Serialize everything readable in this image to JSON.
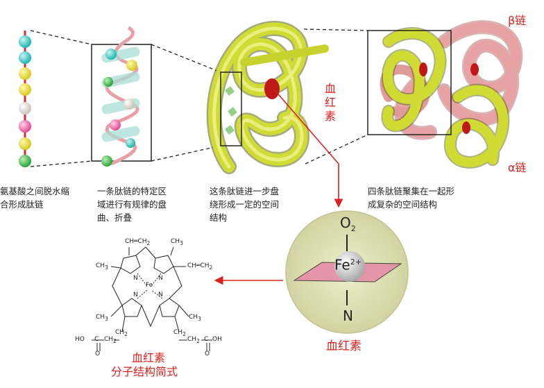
{
  "captions": {
    "step1": "氨基酸之间脱水缩\n合形成肽链",
    "step2": "一条肽链的特定区\n域进行有规律的盘\n曲、折叠",
    "step3": "这条肽链进一步盘\n绕形成一定的空间\n结构",
    "step4": "四条肽链聚集在一起形\n成复杂的空间结构"
  },
  "labels": {
    "heme_inset": "血\n红\n素",
    "beta_chain": "β链",
    "alpha_chain": "α链",
    "heme_circle": "血红素",
    "formula_title": "血红素",
    "formula_subtitle": "分子结构简式"
  },
  "heme_circle": {
    "top": "O",
    "top_sub": "2",
    "center": "Fe",
    "center_sup": "2+",
    "bottom": "N"
  },
  "chem": {
    "vinyl1": "CH═CH",
    "vinyl1_sub": "2",
    "vinyl2": "CH═CH",
    "vinyl2_sub": "2",
    "methyl": "CH",
    "methyl_sub": "3",
    "ch2": "CH",
    "ch2_sub": "2",
    "fe": "Fe",
    "n": "N",
    "ho": "HO",
    "oh": "OH",
    "c": "C",
    "o": "O"
  },
  "colors": {
    "accent_red": "#d9201c",
    "yellow_chain": "#c8d430",
    "pink_chain": "#e29a9a",
    "circle_fill": "#d9dbb0"
  }
}
